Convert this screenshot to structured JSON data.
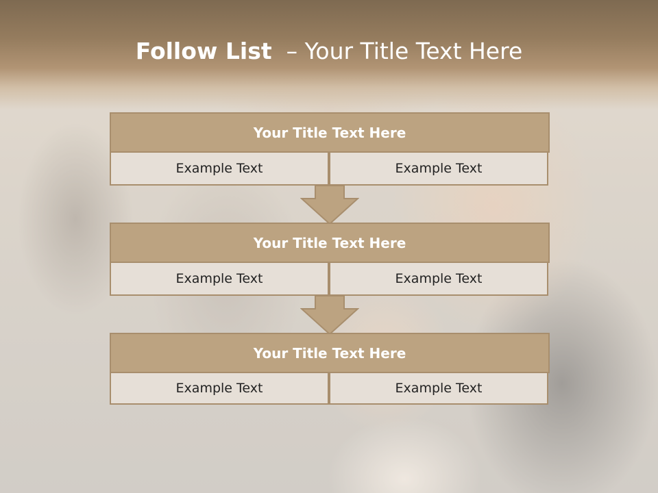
{
  "slide": {
    "title_bold": "Follow List",
    "title_rest": "– Your Title Text Here"
  },
  "blocks": [
    {
      "title": "Your Title Text Here",
      "left": "Example Text",
      "right": "Example Text"
    },
    {
      "title": "Your Title Text Here",
      "left": "Example Text",
      "right": "Example Text"
    },
    {
      "title": "Your Title Text Here",
      "left": "Example Text",
      "right": "Example Text"
    }
  ],
  "colors": {
    "header_brown": "#7e6a51",
    "box_fill": "#bca381",
    "box_border": "#a88e6d",
    "cell_fill": "#e6dfd7",
    "arrow_fill": "#bca381"
  }
}
